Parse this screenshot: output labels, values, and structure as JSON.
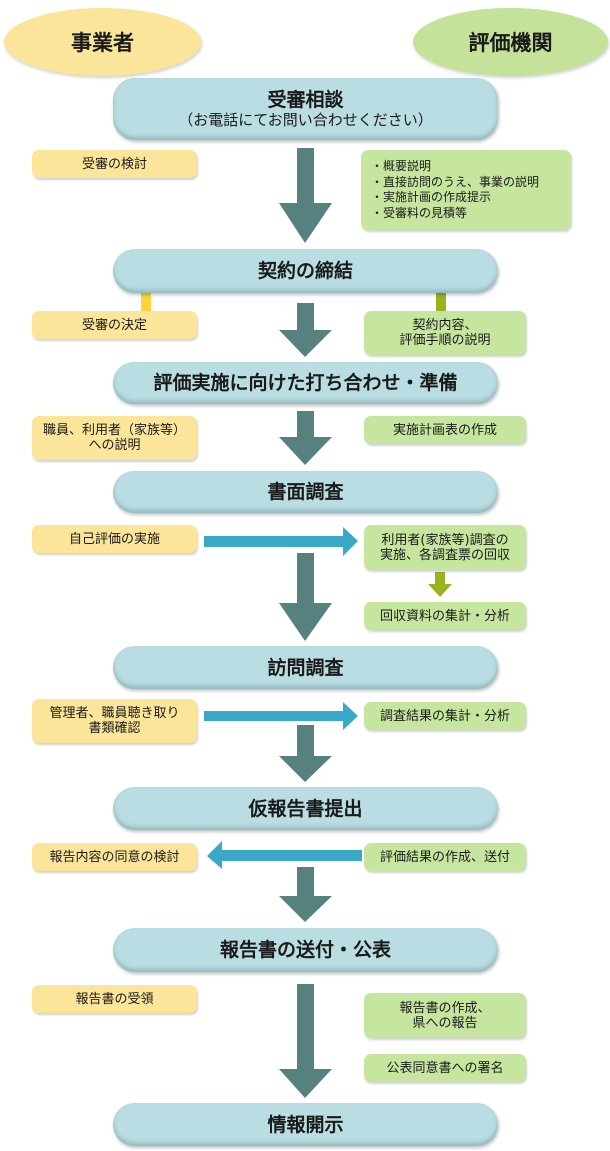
{
  "actors": {
    "business": "事業者",
    "evaluator": "評価機関"
  },
  "colors": {
    "business": "#fbe59a",
    "evaluator": "#c4e29a",
    "stage": "#b9dde2",
    "main_arrow": "#56817f",
    "flow_arrow": "#3aa8c9",
    "up_arrow_business": "#fdd335",
    "up_arrow_evaluator": "#9cb321"
  },
  "stages": [
    {
      "title": "受審相談",
      "subtitle": "（お電話にてお問い合わせください）"
    },
    {
      "title": "契約の締結"
    },
    {
      "title": "評価実施に向けた打ち合わせ・準備"
    },
    {
      "title": "書面調査"
    },
    {
      "title": "訪問調査"
    },
    {
      "title": "仮報告書提出"
    },
    {
      "title": "報告書の送付・公表"
    },
    {
      "title": "情報開示"
    }
  ],
  "business_notes": [
    {
      "lines": [
        "受審の検討"
      ]
    },
    {
      "lines": [
        "受審の決定"
      ]
    },
    {
      "lines": [
        "職員、利用者（家族等）",
        "への説明"
      ]
    },
    {
      "lines": [
        "自己評価の実施"
      ]
    },
    {
      "lines": [
        "管理者、職員聴き取り",
        "書類確認"
      ]
    },
    {
      "lines": [
        "報告内容の同意の検討"
      ]
    },
    {
      "lines": [
        "報告書の受領"
      ]
    }
  ],
  "evaluator_notes": [
    {
      "lines": [
        "・概要説明",
        "・直接訪問のうえ、事業の説明",
        "・実施計画の作成提示",
        "・受審料の見積等"
      ]
    },
    {
      "lines": [
        "契約内容、",
        "評価手順の説明"
      ]
    },
    {
      "lines": [
        "実施計画表の作成"
      ]
    },
    {
      "lines": [
        "利用者(家族等)調査の",
        "実施、各調査票の回収"
      ]
    },
    {
      "lines": [
        "回収資料の集計・分析"
      ]
    },
    {
      "lines": [
        "調査結果の集計・分析"
      ]
    },
    {
      "lines": [
        "評価結果の作成、送付"
      ]
    },
    {
      "lines": [
        "報告書の作成、",
        "県への報告"
      ]
    },
    {
      "lines": [
        "公表同意書への署名"
      ]
    }
  ]
}
